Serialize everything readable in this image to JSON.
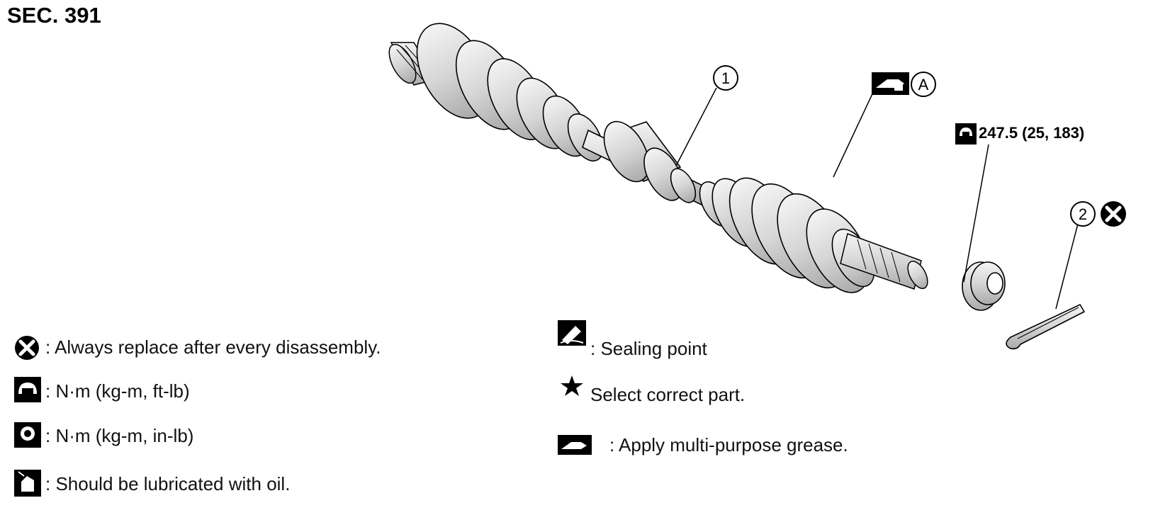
{
  "header": {
    "section": "SEC. 391"
  },
  "callouts": {
    "part1": "1",
    "part2": "2",
    "pointA": "A",
    "nut_torque": "247.5 (25, 183)"
  },
  "legend": {
    "replace": ": Always replace after every disassembly.",
    "torque_ftlb": ": N·m (kg-m, ft-lb)",
    "torque_inlb": ": N·m (kg-m, in-lb)",
    "oil": ": Should be lubricated with oil.",
    "sealing": ": Sealing point",
    "select": "Select correct part.",
    "grease": ": Apply multi-purpose grease."
  },
  "icons": {
    "replace": "replace-x-icon",
    "torque_ftlb": "wrench-icon",
    "torque_inlb": "wrench-filled-icon",
    "oil": "oil-can-icon",
    "sealing": "sealant-icon",
    "select": "star-icon",
    "grease": "grease-gun-icon"
  }
}
